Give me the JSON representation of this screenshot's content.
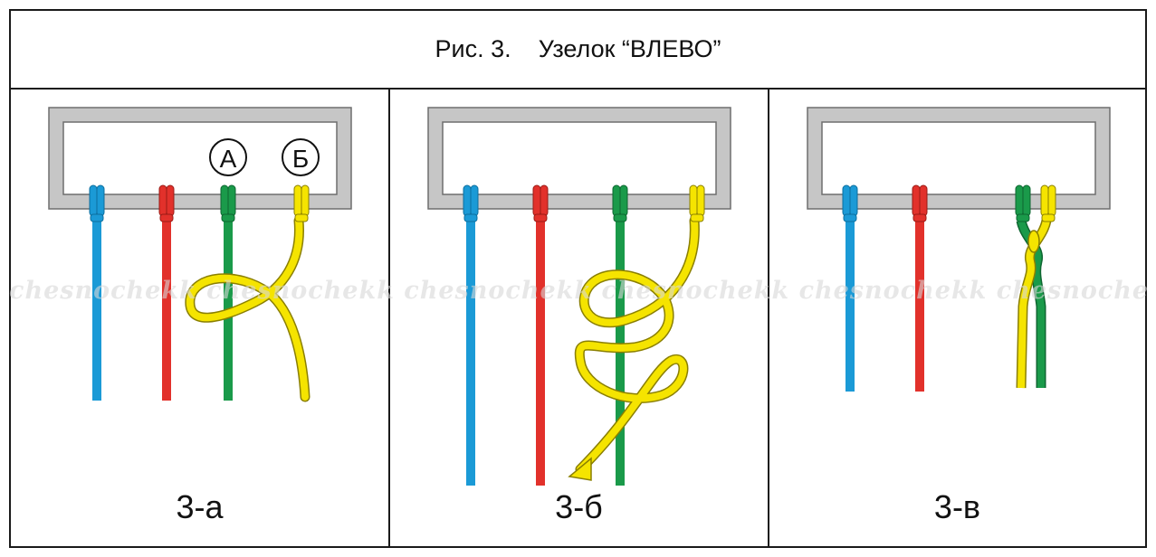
{
  "title": {
    "prefix": "Рис. 3.",
    "text": "Узелок “ВЛЕВО”"
  },
  "panels": [
    {
      "caption": "3-а",
      "markers": {
        "a": "А",
        "b": "Б"
      }
    },
    {
      "caption": "3-б"
    },
    {
      "caption": "3-в"
    }
  ],
  "watermark": "chesnochekk   chesnochekk   chesnochekk   chesnochekk   chesnochekk   chesnochekk   chesnochekk   chesnochekk   chesnochekk",
  "colors": {
    "blue": "#1b9ad6",
    "red": "#e2312b",
    "green": "#1a9a4a",
    "yellow": "#f5e400",
    "frame_gray": "#c6c6c6",
    "frame_stroke": "#6e6e6e"
  }
}
